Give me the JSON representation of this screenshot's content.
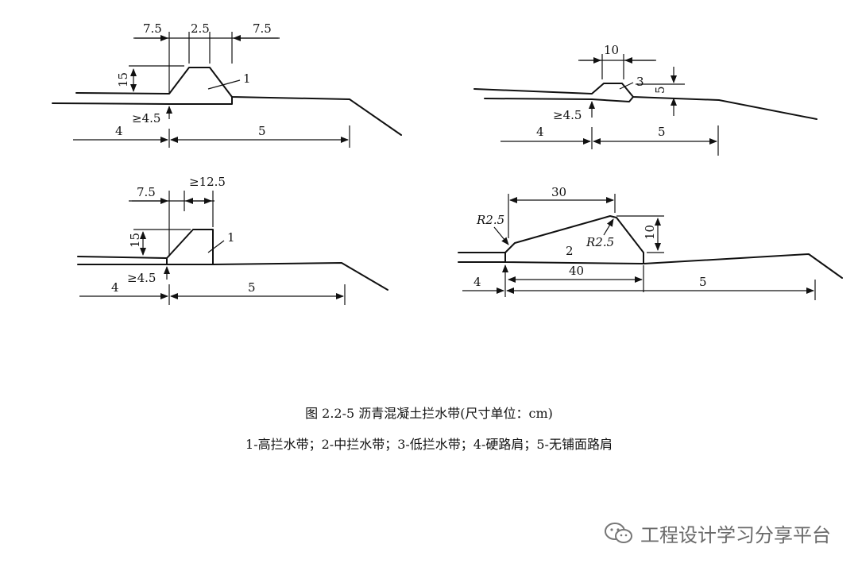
{
  "caption": {
    "title": "图 2.2-5   沥青混凝土拦水带(尺寸单位：cm)",
    "legend": "1-高拦水带；2-中拦水带；3-低拦水带；4-硬路肩；5-无铺面路肩"
  },
  "watermark": {
    "text": "工程设计学习分享平台",
    "icon": "wechat-logo-icon"
  },
  "panels": {
    "top_left": {
      "dim_a": "7.5",
      "dim_b": "2.5",
      "dim_c": "7.5",
      "height": "15",
      "min_depth": "≥4.5",
      "part": "1",
      "shoulder_hard": "4",
      "shoulder_unpaved": "5"
    },
    "bottom_left": {
      "dim_a": "7.5",
      "dim_b": "≥12.5",
      "height": "15",
      "min_depth": "≥4.5",
      "part": "1",
      "shoulder_hard": "4",
      "shoulder_unpaved": "5"
    },
    "top_right": {
      "width": "10",
      "height": "5",
      "min_depth": "≥4.5",
      "part": "3",
      "shoulder_hard": "4",
      "shoulder_unpaved": "5"
    },
    "bottom_right": {
      "width": "30",
      "height": "10",
      "radius_left": "R2.5",
      "radius_right": "R2.5",
      "part": "2",
      "base_width": "40",
      "shoulder_hard": "4",
      "shoulder_unpaved": "5"
    }
  }
}
